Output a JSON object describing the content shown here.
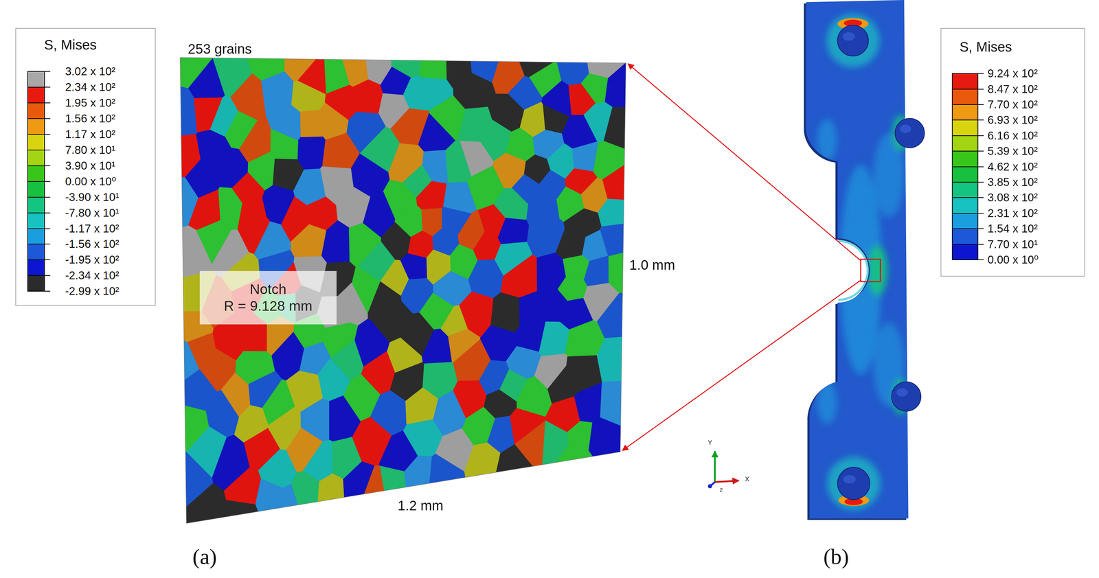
{
  "diagram": {
    "nodes": [
      {
        "text": [
          "S, Mises"
        ]
      },
      {
        "text": [
          "Notch",
          "R = 9.128 mm"
        ]
      },
      {
        "text": [
          "S, Mises"
        ]
      }
    ],
    "labels": [
      "253 grains",
      "1.0 mm",
      "1.2 mm",
      "(a)",
      "(b)",
      "Y",
      "X",
      "Z",
      "-2.99 x 10²",
      "0.00 x 10⁰"
    ],
    "legend": [
      {
        "text": "3.02 x 10²",
        "color": "#a8a8a8"
      },
      {
        "text": "2.34 x 10²",
        "color": "#e61a0f"
      },
      {
        "text": "1.95 x 10²",
        "color": "#e8590c"
      },
      {
        "text": "1.56 x 10²",
        "color": "#ee9a12"
      },
      {
        "text": "1.17 x 10²",
        "color": "#d8d40f"
      },
      {
        "text": "7.80 x 10¹",
        "color": "#a3d512"
      },
      {
        "text": "3.90 x 10¹",
        "color": "#39c61a"
      },
      {
        "text": "0.00 x 10⁰",
        "color": "#17c03e"
      },
      {
        "text": "-3.90 x 10¹",
        "color": "#14c481"
      },
      {
        "text": "-7.80 x 10¹",
        "color": "#18c2c0"
      },
      {
        "text": "-1.17 x 10²",
        "color": "#1b9ede"
      },
      {
        "text": "-1.56 x 10²",
        "color": "#1c58d8"
      },
      {
        "text": "-1.95 x 10²",
        "color": "#0c16cf"
      },
      {
        "text": "-2.34 x 10²",
        "color": "#2b2b2b"
      },
      {
        "text": "9.24 x 10²",
        "color": "#e61a0f"
      },
      {
        "text": "8.47 x 10²",
        "color": "#e8590c"
      },
      {
        "text": "7.70 x 10²",
        "color": "#ee9a12"
      },
      {
        "text": "6.93 x 10²",
        "color": "#d8d40f"
      },
      {
        "text": "6.16 x 10²",
        "color": "#a3d512"
      },
      {
        "text": "5.39 x 10²",
        "color": "#39c61a"
      },
      {
        "text": "4.62 x 10²",
        "color": "#17c03e"
      },
      {
        "text": "3.85 x 10²",
        "color": "#14c481"
      },
      {
        "text": "3.08 x 10²",
        "color": "#18c2c0"
      },
      {
        "text": "2.31 x 10²",
        "color": "#1b9ede"
      },
      {
        "text": "1.54 x 10²",
        "color": "#1c58d8"
      },
      {
        "text": "7.70 x 10¹",
        "color": "#0c16cf"
      }
    ]
  }
}
